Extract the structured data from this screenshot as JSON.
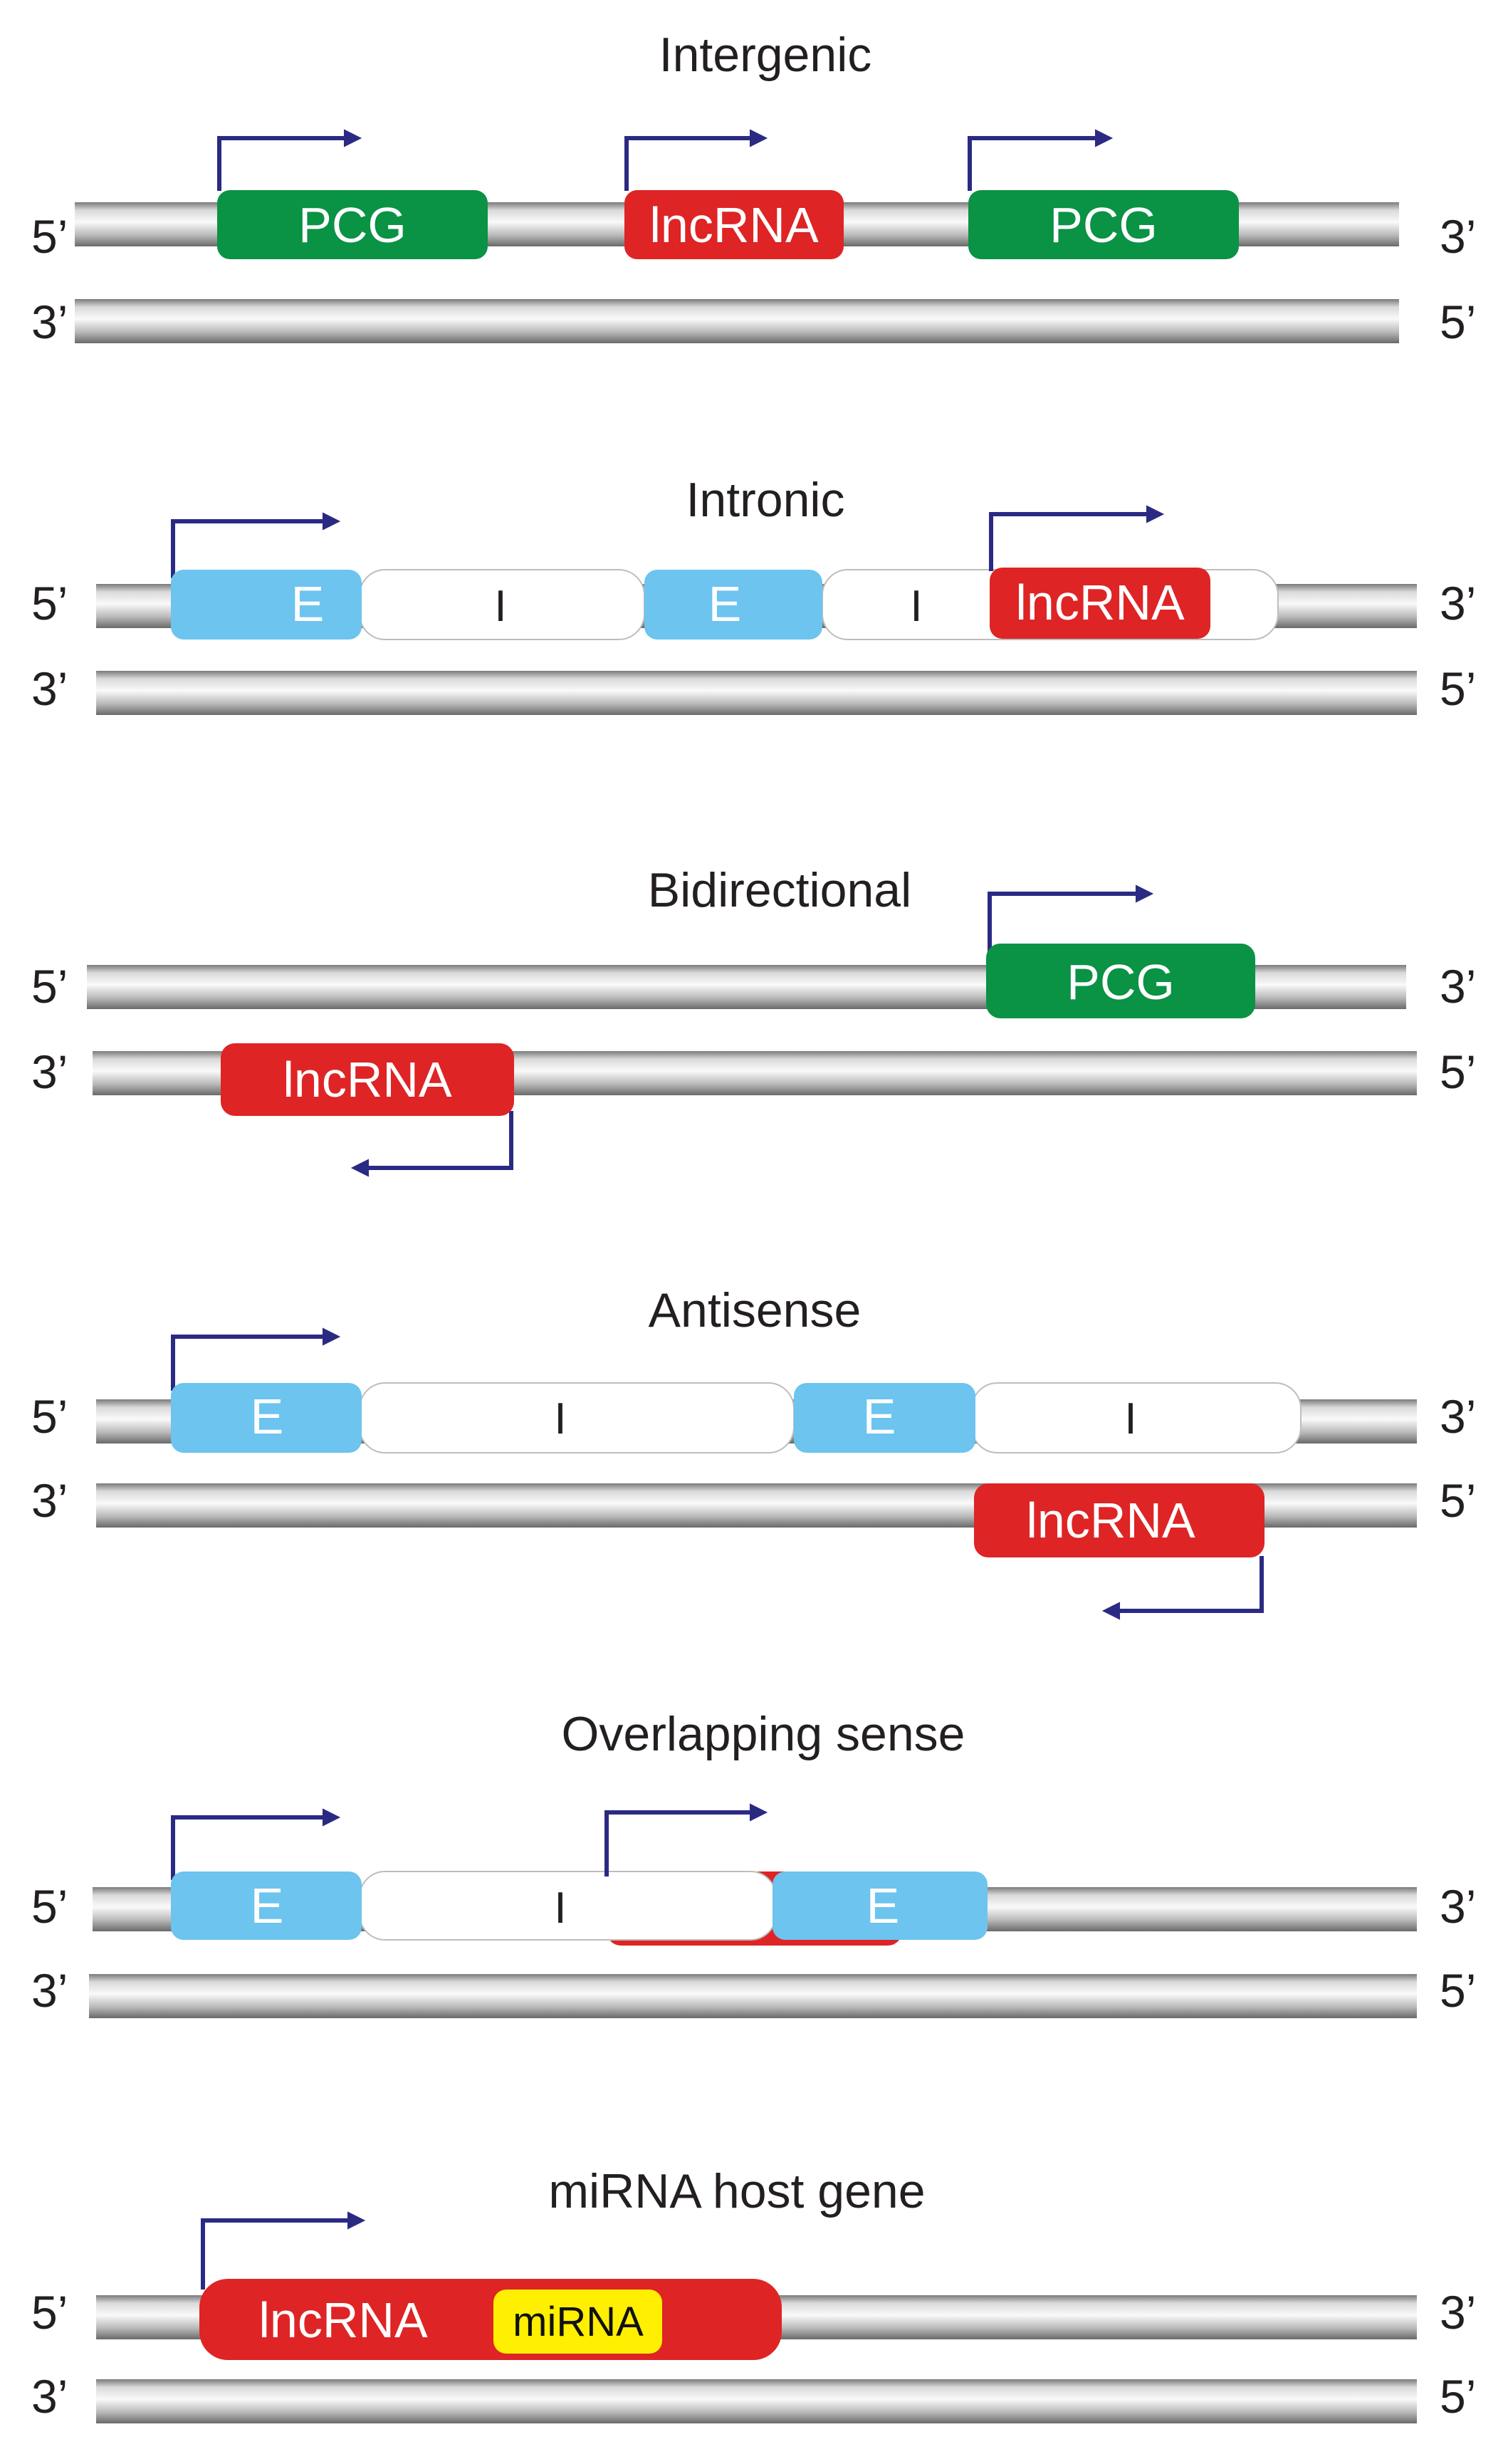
{
  "colors": {
    "pcg": "#0a9245",
    "lncrna": "#de2425",
    "exon": "#6cc4ef",
    "mirna": "#ffef00",
    "arrow": "#2b2a83",
    "strand": "#a3a3a3"
  },
  "ends": {
    "five": "5’",
    "three": "3’"
  },
  "labels": {
    "pcg": "PCG",
    "lncrna": "lncRNA",
    "exon": "E",
    "intron": "I",
    "mirna": "miRNA"
  },
  "panels": [
    {
      "title": "Intergenic"
    },
    {
      "title": "Intronic"
    },
    {
      "title": "Bidirectional"
    },
    {
      "title": "Antisense"
    },
    {
      "title": "Overlapping sense"
    },
    {
      "title": "miRNA host gene"
    }
  ]
}
